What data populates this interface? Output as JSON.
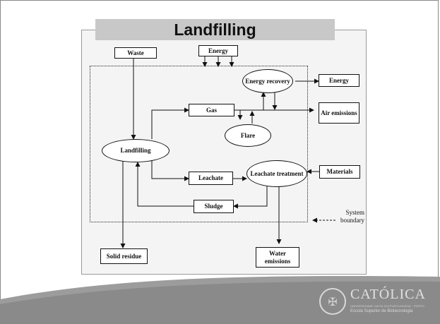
{
  "slide": {
    "title": "Landfilling"
  },
  "diagram": {
    "nodes": {
      "waste": "Waste",
      "energy_in": "Energy",
      "energy_recovery": "Energy recovery",
      "energy_out": "Energy",
      "gas": "Gas",
      "air_emissions": "Air emissions",
      "flare": "Flare",
      "landfilling": "Landfilling",
      "leachate": "Leachate",
      "leachate_treatment": "Leachate treatment",
      "materials": "Materials",
      "sludge": "Sludge",
      "solid_residue": "Solid residue",
      "water_emissions": "Water emissions"
    },
    "system_boundary_label": "System boundary",
    "edges": [
      {
        "from": "waste",
        "to": "landfilling"
      },
      {
        "from": "energy_in",
        "to": "landfilling"
      },
      {
        "from": "landfilling",
        "to": "gas"
      },
      {
        "from": "landfilling",
        "to": "leachate"
      },
      {
        "from": "landfilling",
        "to": "solid_residue"
      },
      {
        "from": "gas",
        "to": "energy_recovery"
      },
      {
        "from": "gas",
        "to": "flare"
      },
      {
        "from": "gas",
        "to": "air_emissions"
      },
      {
        "from": "flare",
        "to": "air_emissions"
      },
      {
        "from": "energy_recovery",
        "to": "energy_out"
      },
      {
        "from": "energy_recovery",
        "to": "air_emissions"
      },
      {
        "from": "leachate",
        "to": "leachate_treatment"
      },
      {
        "from": "materials",
        "to": "leachate_treatment"
      },
      {
        "from": "leachate_treatment",
        "to": "sludge"
      },
      {
        "from": "leachate_treatment",
        "to": "water_emissions"
      },
      {
        "from": "sludge",
        "to": "landfilling"
      }
    ]
  },
  "logo": {
    "name": "CATÓLICA",
    "subtitle": "UNIVERSIDADE CATOLICA PORTUGUESA · PORTO",
    "school": "Escola Superior de Biotecnologia",
    "seal_icon": "university-seal-icon"
  },
  "colors": {
    "title_bar": "#c8c8c8",
    "panel": "#f4f4f4",
    "swoosh": "#9c9c9c"
  }
}
